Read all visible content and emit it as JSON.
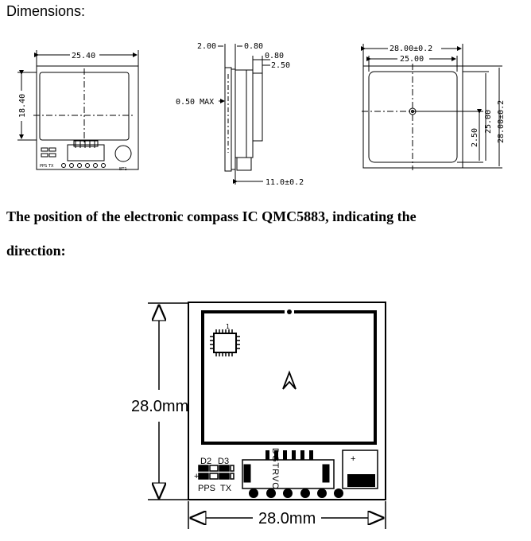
{
  "heading": "Dimensions:",
  "paragraph_line1": "The position of the electronic compass IC QMC5883, indicating the",
  "paragraph_line2": "direction:",
  "front_view": {
    "width": "25.40",
    "height": "18.40",
    "label_pps": "PPS",
    "label_tx": "TX",
    "label_bt": "BT1"
  },
  "side_view": {
    "top_dim1": "2.00",
    "top_dim2": "0.80",
    "right_dim1": "0.80",
    "right_dim2": "2.50",
    "left_dim": "0.50 MAX",
    "bottom_dim": "11.0±0.2"
  },
  "antenna_view": {
    "outer_width": "28.00±0.2",
    "inner_width": "25.00",
    "right_dim1": "2.50",
    "right_dim2": "25.00",
    "right_dim3": "28.00±0.2"
  },
  "compass_board": {
    "height_label": "28.0mm",
    "width_label": "28.0mm",
    "pin_labels": "DGTRVC",
    "d2": "D2",
    "d3": "D3",
    "pps": "PPS",
    "tx": "TX",
    "plus": "+",
    "ic_pin": "1"
  }
}
